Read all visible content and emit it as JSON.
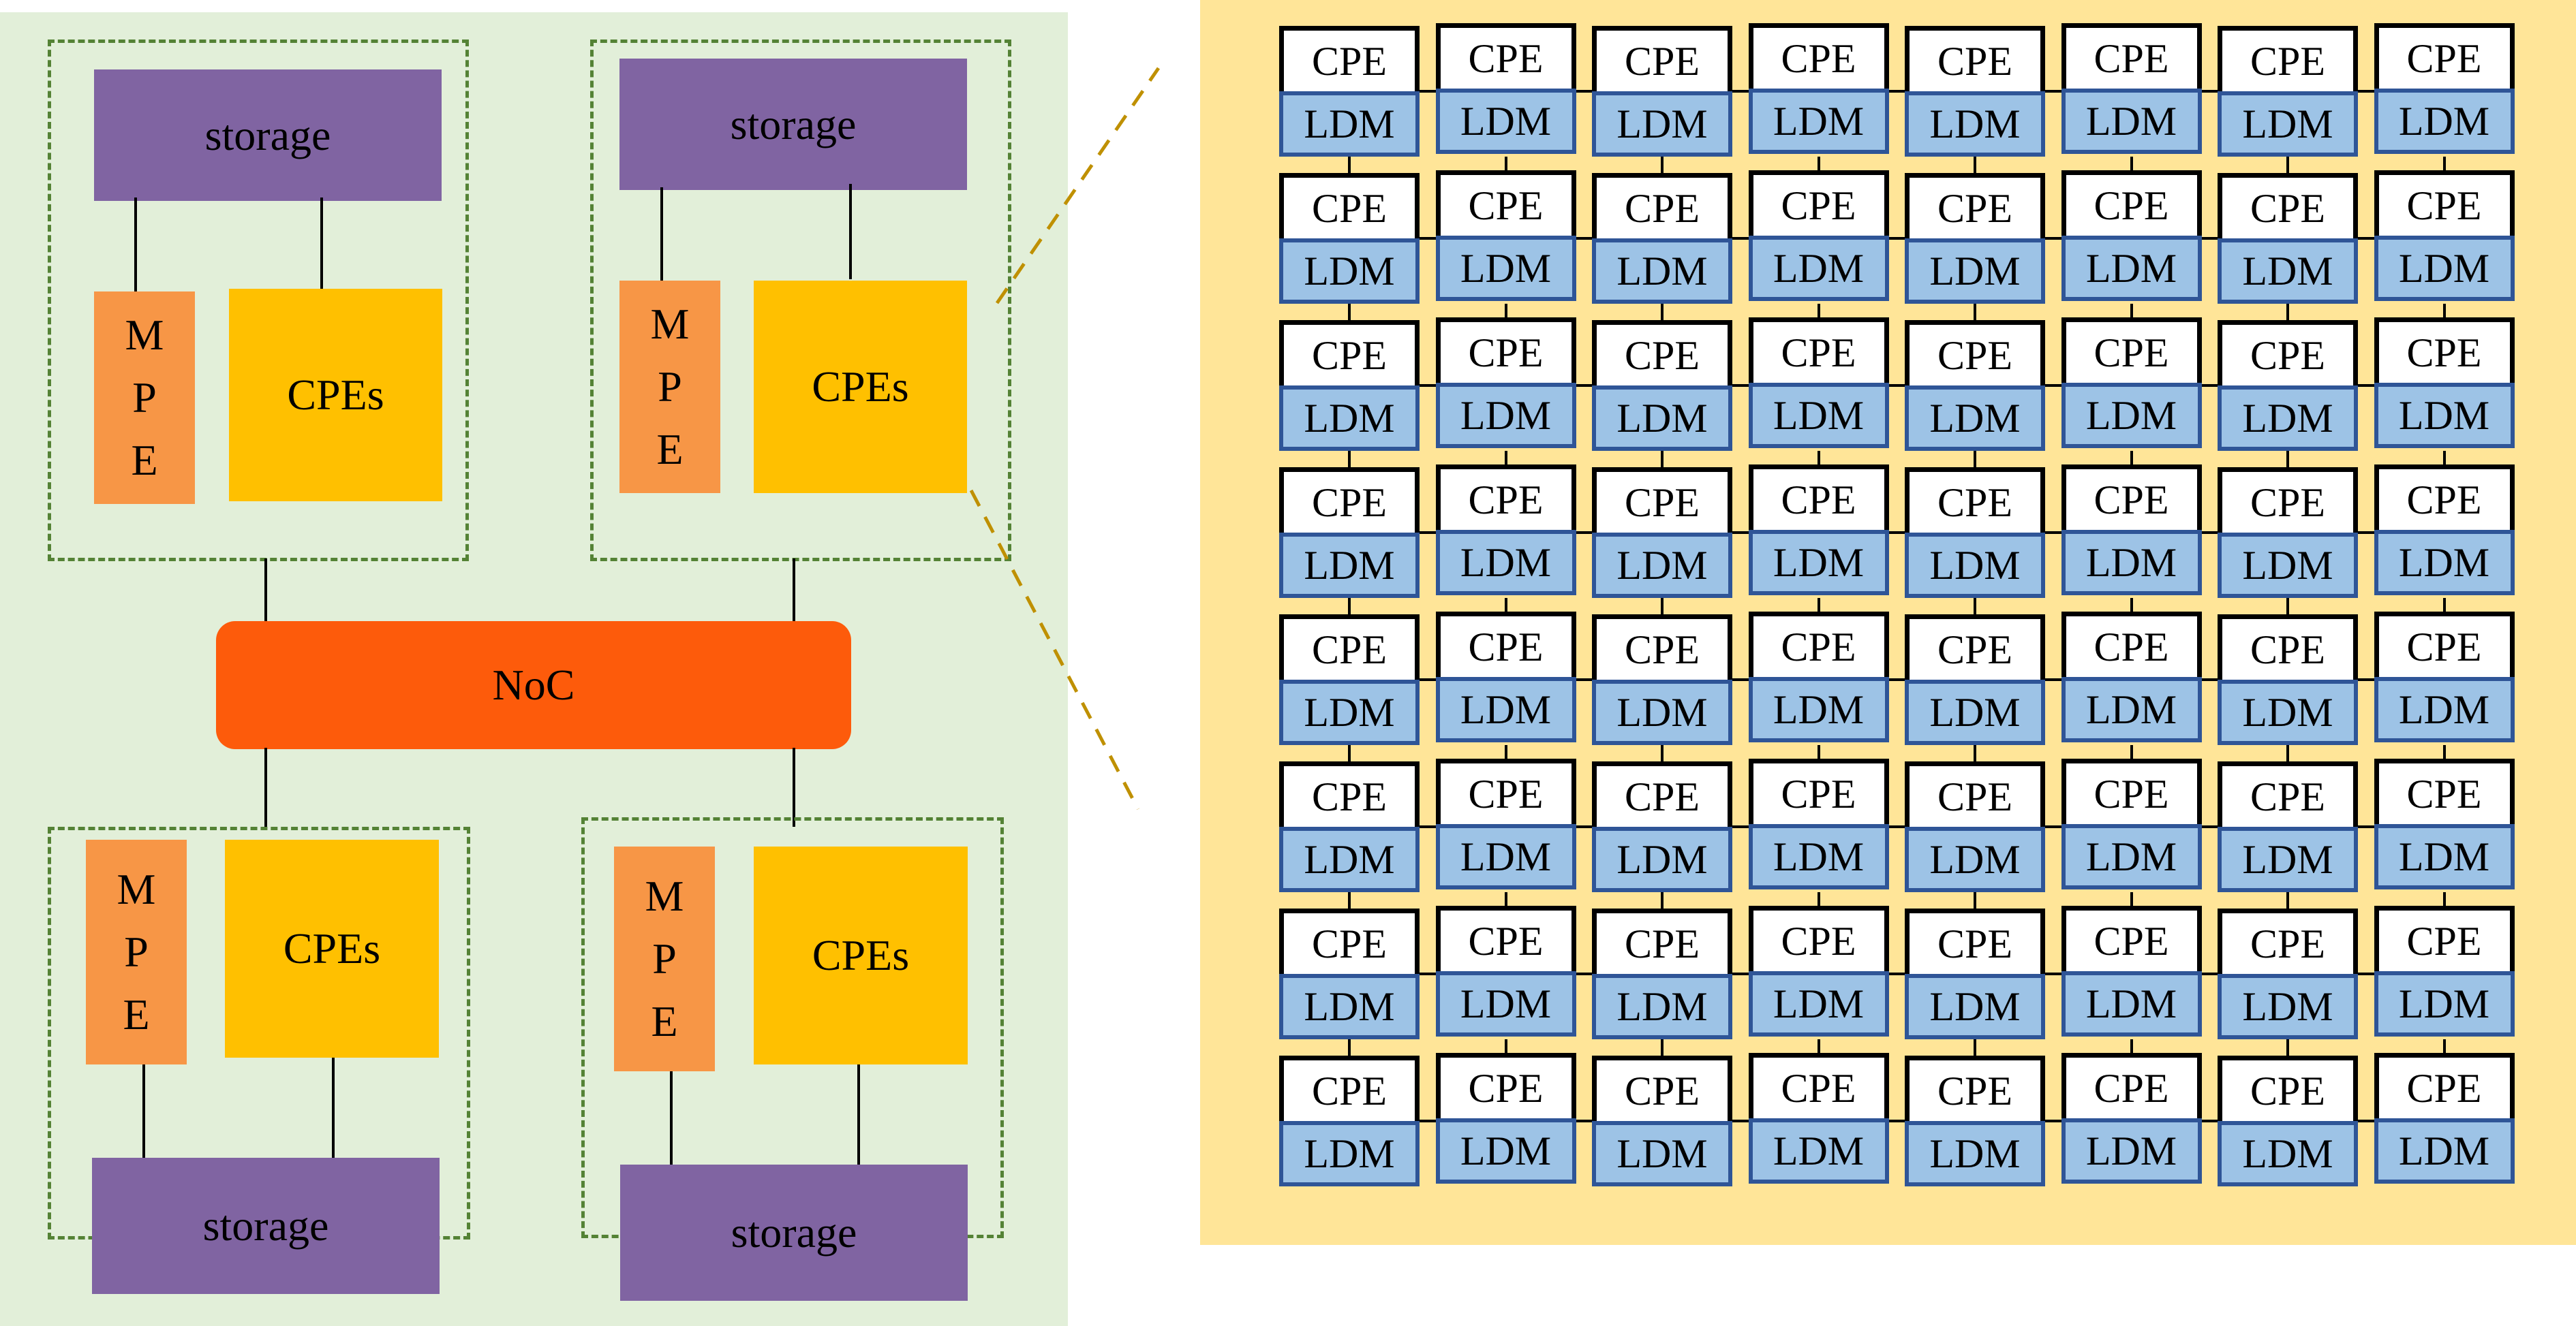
{
  "diagram": {
    "left_panel": {
      "background": "#e2efd9",
      "noc_label": "NoC",
      "clusters": [
        {
          "position": "top-left",
          "storage_label": "storage",
          "mpe_letters": [
            "M",
            "P",
            "E"
          ],
          "cpes_label": "CPEs"
        },
        {
          "position": "top-right",
          "storage_label": "storage",
          "mpe_letters": [
            "M",
            "P",
            "E"
          ],
          "cpes_label": "CPEs"
        },
        {
          "position": "bottom-left",
          "storage_label": "storage",
          "mpe_letters": [
            "M",
            "P",
            "E"
          ],
          "cpes_label": "CPEs"
        },
        {
          "position": "bottom-right",
          "storage_label": "storage",
          "mpe_letters": [
            "M",
            "P",
            "E"
          ],
          "cpes_label": "CPEs"
        }
      ]
    },
    "right_panel": {
      "background": "#ffe598",
      "grid_rows": 8,
      "grid_cols": 8,
      "cell_top_label": "CPE",
      "cell_bottom_label": "LDM"
    },
    "colors": {
      "storage": "#8064a2",
      "mpe": "#f79646",
      "cpes": "#ffc000",
      "noc": "#fd5b0b",
      "cluster_border": "#548235",
      "ldm": "#9dc3e6",
      "ldm_border": "#2f5597",
      "zoom_lines": "#bf9000"
    }
  }
}
